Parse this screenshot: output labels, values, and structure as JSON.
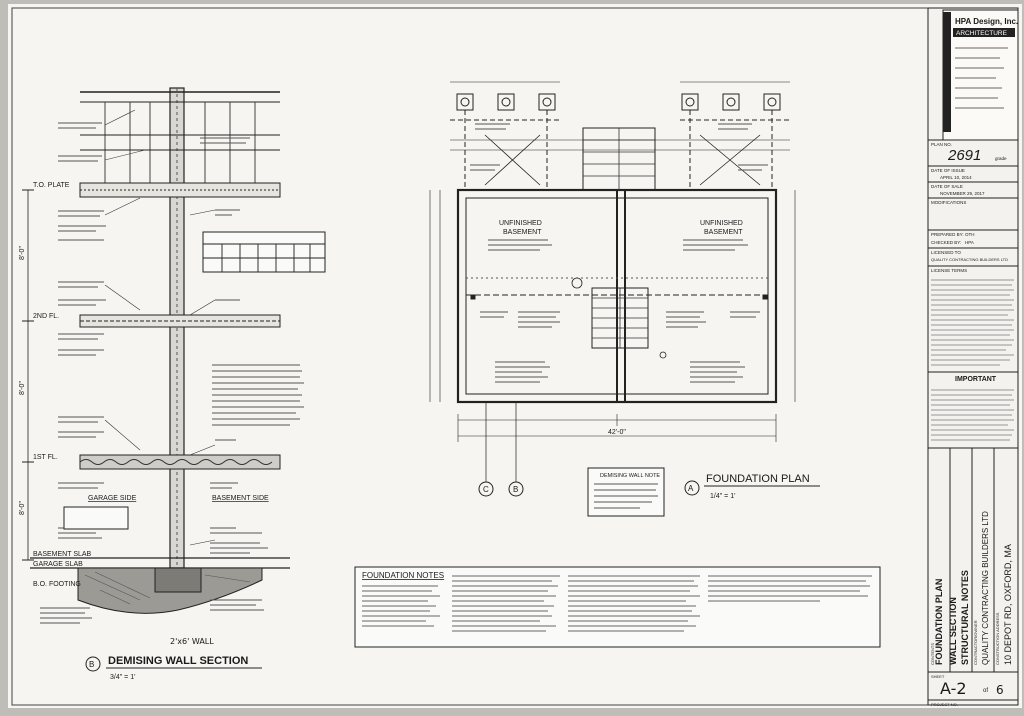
{
  "title_block": {
    "firm_name": "HPA Design, Inc.",
    "firm_subtitle": "ARCHITECTURE",
    "plan_no_label": "PLAN NO.",
    "plan_no": "2691",
    "plan_no_suffix": "grade",
    "date_of_issue_label": "DATE OF ISSUE",
    "date_of_issue": "APRIL 10, 2014",
    "date_of_sale_label": "DATE OF SALE",
    "date_of_sale": "NOVEMBER 29, 2017",
    "modifications_label": "MODIFICATIONS",
    "prepared_by_label": "PREPARED BY:",
    "prepared_by": "OTH",
    "checked_by_label": "CHECKED BY:",
    "checked_by": "HPA",
    "licensed_to_label": "LICENSED TO",
    "licensed_to": "QUALITY CONTRACTING BUILDERS LTD",
    "license_terms_label": "LICENSE TERMS",
    "important_label": "IMPORTANT",
    "contents_label": "CONTENTS",
    "contents_lines": [
      "FOUNDATION PLAN",
      "WALL SECTION",
      "STRUCTURAL NOTES"
    ],
    "contractor_label": "CONTRACTOR/OWNER",
    "contractor": "QUALITY CONTRACTING BUILDERS LTD",
    "construction_address_label": "CONSTRUCTION ADDRESS",
    "construction_address": "10 DEPOT RD, OXFORD, MA",
    "sheet_label": "SHEET",
    "sheet_no": "A-2",
    "sheet_of": "of",
    "sheet_total": "6",
    "project_no_label": "PROJECT NO."
  },
  "foundation_plan": {
    "marker": "A",
    "title": "FOUNDATION PLAN",
    "scale": "1/4\" = 1'",
    "room_left": [
      "UNFINISHED",
      "BASEMENT"
    ],
    "room_right": [
      "UNFINISHED",
      "BASEMENT"
    ],
    "overall_dim": "42'-0\"",
    "grid_left": "C",
    "grid_right": "B"
  },
  "wall_section": {
    "marker": "B",
    "title": "DEMISING WALL SECTION",
    "scale": "3/4\" = 1'",
    "levels": [
      "T.O. PLATE",
      "2ND FL.",
      "1ST FL.",
      "BASEMENT SLAB",
      "GARAGE SLAB",
      "B.O. FOOTING"
    ],
    "dims": [
      "8'-0\"",
      "8'-0\"",
      "8'-0\""
    ],
    "garage_side": "GARAGE SIDE",
    "basement_side": "BASEMENT SIDE",
    "bottom_note": "2'x6' WALL"
  },
  "foundation_notes": {
    "title": "FOUNDATION NOTES"
  },
  "demising_note": {
    "title": "DEMISING WALL NOTE"
  }
}
